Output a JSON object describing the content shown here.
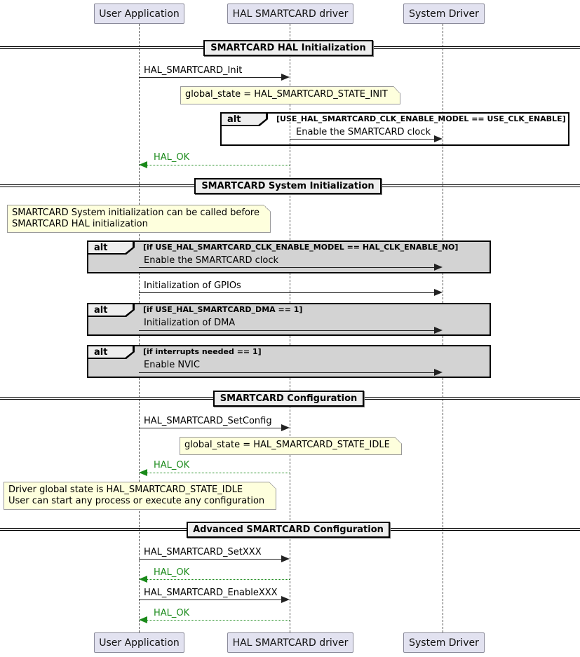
{
  "participants": [
    {
      "id": "user_app",
      "label": "User Application"
    },
    {
      "id": "hal_driver",
      "label": "HAL SMARTCARD driver"
    },
    {
      "id": "system_driver",
      "label": "System Driver"
    }
  ],
  "sections": [
    {
      "title": "SMARTCARD HAL Initialization",
      "items": [
        {
          "type": "message",
          "from": "user_app",
          "to": "hal_driver",
          "label": "HAL_SMARTCARD_Init"
        },
        {
          "type": "note",
          "text": "global_state = HAL_SMARTCARD_STATE_INIT"
        },
        {
          "type": "alt",
          "guard": "[USE_HAL_SMARTCARD_CLK_ENABLE_MODEL == USE_CLK_ENABLE]",
          "messages": [
            {
              "from": "hal_driver",
              "to": "system_driver",
              "label": "Enable the SMARTCARD clock"
            }
          ]
        },
        {
          "type": "return",
          "from": "hal_driver",
          "to": "user_app",
          "label": "HAL_OK"
        }
      ]
    },
    {
      "title": "SMARTCARD System Initialization",
      "items": [
        {
          "type": "note",
          "text": "SMARTCARD System initialization can be called before\nSMARTCARD HAL initialization"
        },
        {
          "type": "alt",
          "guard": "[if USE_HAL_SMARTCARD_CLK_ENABLE_MODEL == HAL_CLK_ENABLE_NO]",
          "messages": [
            {
              "from": "user_app",
              "to": "system_driver",
              "label": "Enable the SMARTCARD clock"
            }
          ]
        },
        {
          "type": "message",
          "from": "user_app",
          "to": "system_driver",
          "label": "Initialization of GPIOs"
        },
        {
          "type": "alt",
          "guard": "[if USE_HAL_SMARTCARD_DMA == 1]",
          "messages": [
            {
              "from": "user_app",
              "to": "system_driver",
              "label": "Initialization of DMA"
            }
          ]
        },
        {
          "type": "alt",
          "guard": "[if interrupts needed == 1]",
          "messages": [
            {
              "from": "user_app",
              "to": "system_driver",
              "label": "Enable NVIC"
            }
          ]
        }
      ]
    },
    {
      "title": "SMARTCARD Configuration",
      "items": [
        {
          "type": "message",
          "from": "user_app",
          "to": "hal_driver",
          "label": "HAL_SMARTCARD_SetConfig"
        },
        {
          "type": "note",
          "text": "global_state = HAL_SMARTCARD_STATE_IDLE"
        },
        {
          "type": "return",
          "from": "hal_driver",
          "to": "user_app",
          "label": "HAL_OK"
        },
        {
          "type": "note",
          "text": "Driver global state is HAL_SMARTCARD_STATE_IDLE\nUser can start any process or execute any configuration"
        }
      ]
    },
    {
      "title": "Advanced SMARTCARD Configuration",
      "items": [
        {
          "type": "message",
          "from": "user_app",
          "to": "hal_driver",
          "label": "HAL_SMARTCARD_SetXXX"
        },
        {
          "type": "return",
          "from": "hal_driver",
          "to": "user_app",
          "label": "HAL_OK"
        },
        {
          "type": "message",
          "from": "user_app",
          "to": "hal_driver",
          "label": "HAL_SMARTCARD_EnableXXX"
        },
        {
          "type": "return",
          "from": "hal_driver",
          "to": "user_app",
          "label": "HAL_OK"
        }
      ]
    }
  ],
  "frame_keyword": "alt",
  "colors": {
    "participant_fill": "#E2E2F0",
    "note_fill": "#FEFFDD",
    "alt_fill_gray": "#D3D3D3",
    "return_color": "#1a8a1a",
    "divider_fill": "#EEEEEE"
  }
}
